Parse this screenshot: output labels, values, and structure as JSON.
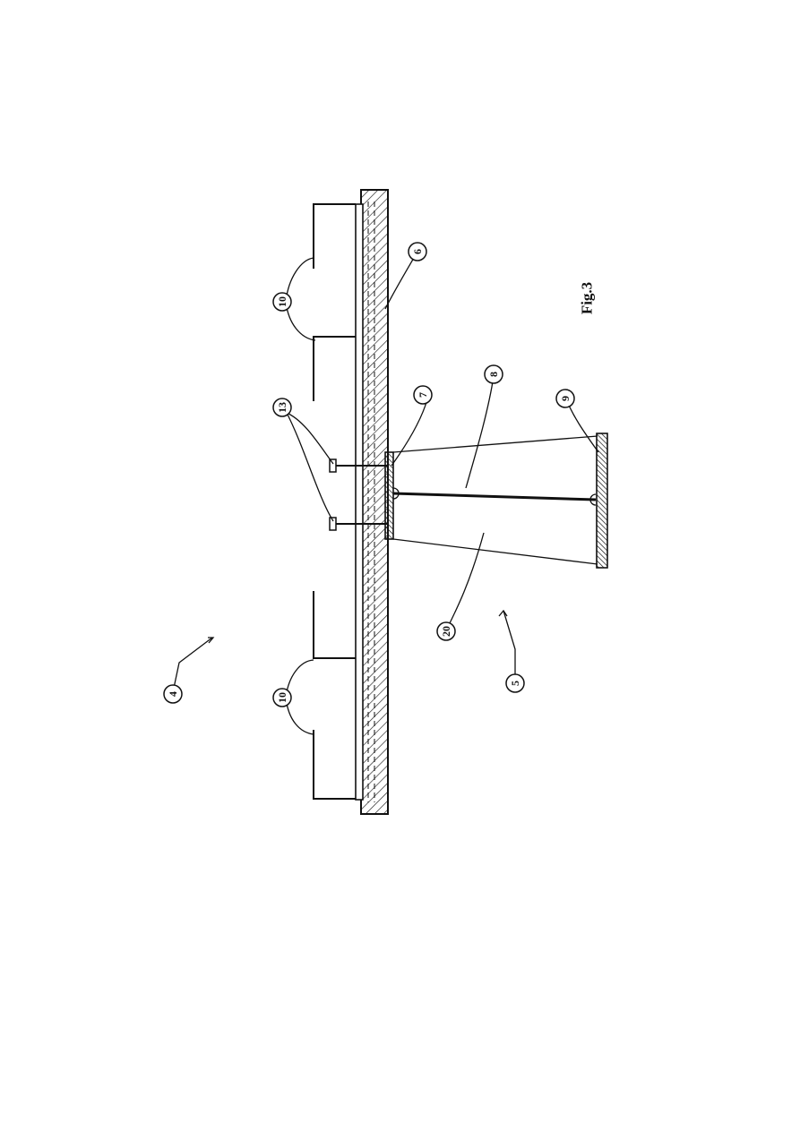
{
  "figure": {
    "caption": "Fig.3",
    "labels": [
      "4",
      "5",
      "6",
      "7",
      "8",
      "9",
      "10",
      "10",
      "13",
      "20"
    ]
  }
}
